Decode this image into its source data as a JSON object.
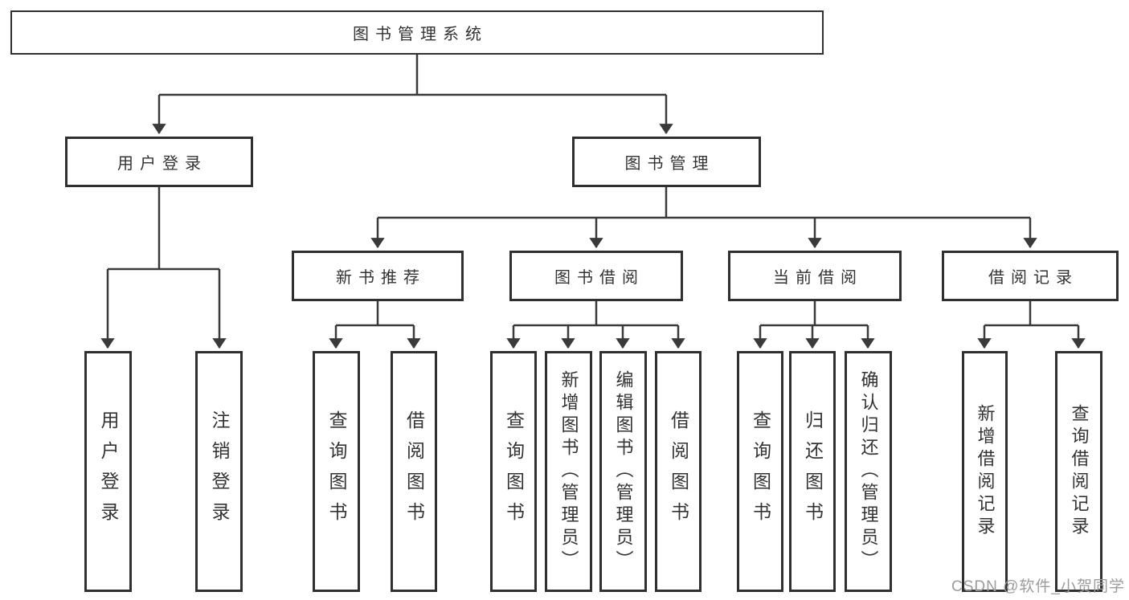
{
  "tree": {
    "root": {
      "label": "图书管理系统",
      "children": [
        {
          "label": "用户登录",
          "children": [
            {
              "label": "用户登录"
            },
            {
              "label": "注销登录"
            }
          ]
        },
        {
          "label": "图书管理",
          "children": [
            {
              "label": "新书推荐",
              "children": [
                {
                  "label": "查询图书"
                },
                {
                  "label": "借阅图书"
                }
              ]
            },
            {
              "label": "图书借阅",
              "children": [
                {
                  "label": "查询图书"
                },
                {
                  "label": "新增图书（管理员）"
                },
                {
                  "label": "编辑图书（管理员）"
                },
                {
                  "label": "借阅图书"
                }
              ]
            },
            {
              "label": "当前借阅",
              "children": [
                {
                  "label": "查询图书"
                },
                {
                  "label": "归还图书"
                },
                {
                  "label": "确认归还（管理员）"
                }
              ]
            },
            {
              "label": "借阅记录",
              "children": [
                {
                  "label": "新增借阅记录"
                },
                {
                  "label": "查询借阅记录"
                }
              ]
            }
          ]
        }
      ]
    }
  },
  "watermark": {
    "text": "CSDN @软件_小贺同学"
  },
  "colors": {
    "line": "#3a3a3a",
    "box_border": "#303030",
    "text": "#333333",
    "watermark": "#9c9c9c",
    "background": "#ffffff"
  }
}
